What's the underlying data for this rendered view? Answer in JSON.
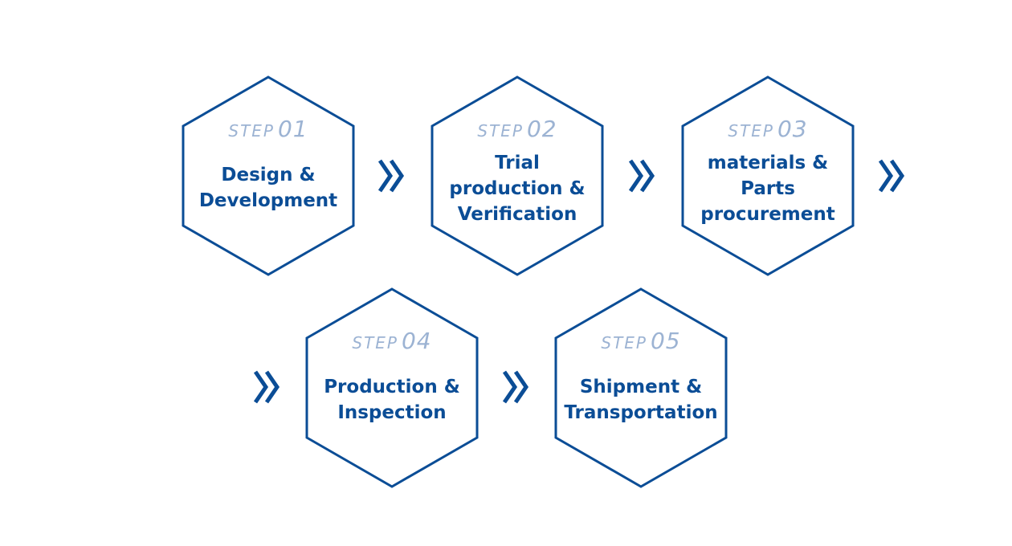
{
  "diagram": {
    "accent_color": "#0b4d96",
    "step_word_color": "#9cb3d3",
    "arrow_icon": "double-chevron-right-icon",
    "steps": [
      {
        "word": "STEP",
        "number": "01",
        "title_lines": [
          "Design &",
          "Development"
        ]
      },
      {
        "word": "STEP",
        "number": "02",
        "title_lines": [
          "Trial",
          "production &",
          "Verification"
        ]
      },
      {
        "word": "STEP",
        "number": "03",
        "title_lines": [
          "materials &",
          "Parts",
          "procurement"
        ]
      },
      {
        "word": "STEP",
        "number": "04",
        "title_lines": [
          "Production &",
          "Inspection"
        ]
      },
      {
        "word": "STEP",
        "number": "05",
        "title_lines": [
          "Shipment &",
          "Transportation"
        ]
      }
    ]
  }
}
